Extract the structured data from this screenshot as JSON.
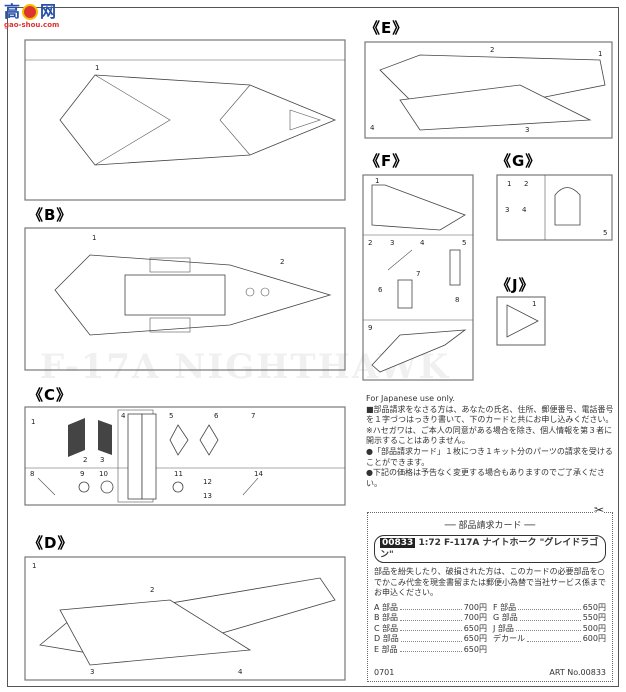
{
  "logo": {
    "char1": "高",
    "char2": "网",
    "url": "gao-shou.com"
  },
  "watermark": "F-17A NIGHTHAWK",
  "panels": {
    "E": {
      "label": "《E》",
      "parts": [
        "1",
        "2",
        "3",
        "4"
      ]
    },
    "B": {
      "label": "《B》",
      "parts": [
        "1",
        "2"
      ]
    },
    "F": {
      "label": "《F》",
      "parts": [
        "1",
        "2",
        "3",
        "4",
        "5",
        "6",
        "7",
        "8",
        "9"
      ]
    },
    "G": {
      "label": "《G》",
      "parts": [
        "1",
        "2",
        "3",
        "4",
        "5"
      ]
    },
    "J": {
      "label": "《J》",
      "parts": [
        "1"
      ]
    },
    "C": {
      "label": "《C》",
      "parts": [
        "1",
        "2",
        "3",
        "4",
        "5",
        "6",
        "7",
        "8",
        "9",
        "10",
        "11",
        "12",
        "13",
        "14"
      ]
    },
    "D": {
      "label": "《D》",
      "parts": [
        "1",
        "2",
        "3",
        "4"
      ]
    },
    "A": {
      "parts": [
        "1"
      ]
    }
  },
  "notes": {
    "english": "For Japanese use only.",
    "p1": "■部品請求をなさる方は、あなたの氏名、住所、郵便番号、電話番号を１字づつはっきり書いて、下のカードと共にお申し込みください。",
    "p2": "※ハセガワは、ご本人の同意がある場合を除き、個人情報を第３者に開示することはありません。",
    "p3": "●「部品請求カード」１枚につき１キット分のパーツの請求を受けることができます。",
    "p4": "●下記の価格は予告なく変更する場合もありますのでご了承ください。"
  },
  "card": {
    "title": "── 部品請求カード ──",
    "code": "00833",
    "scale": "1:72",
    "product": "F-117A ナイトホーク \"グレイドラゴン\"",
    "description": "部品を紛失したり、破損された方は、このカードの必要部品を○でかこみ代金を現金書留または郵便小為替で当社サービス係までお申込ください。",
    "prices": [
      {
        "part": "A 部品",
        "price": "700円"
      },
      {
        "part": "F 部品",
        "price": "650円"
      },
      {
        "part": "B 部品",
        "price": "700円"
      },
      {
        "part": "G 部品",
        "price": "550円"
      },
      {
        "part": "C 部品",
        "price": "650円"
      },
      {
        "part": "J 部品",
        "price": "500円"
      },
      {
        "part": "D 部品",
        "price": "650円"
      },
      {
        "part": "デカール",
        "price": "600円"
      },
      {
        "part": "E 部品",
        "price": "650円"
      }
    ],
    "date": "0701",
    "art_no": "ART No.00833"
  }
}
